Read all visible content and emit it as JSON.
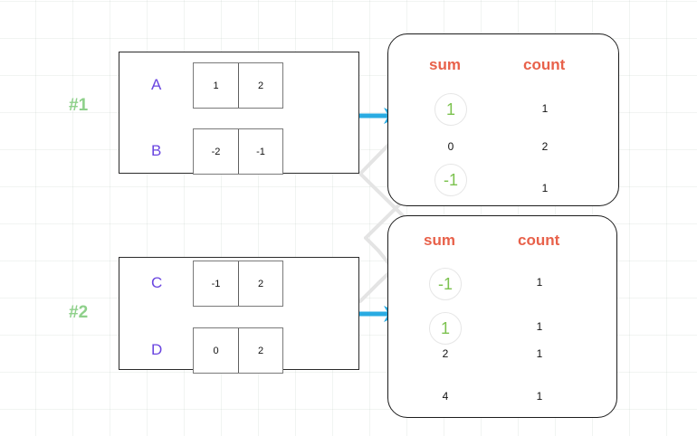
{
  "diagram": {
    "title": "partial aggregation shuffle diagram",
    "colors": {
      "group_tag": "#8ed08a",
      "row_label": "#6a45e0",
      "header": "#e8614a",
      "circle_value": "#7cc24f",
      "arrow": "#29abe2",
      "connector": "#e2e2e2",
      "grid": "#eef1ef",
      "box_border": "#2b2b2b",
      "cell_border": "#7a7a7a"
    },
    "groups": [
      {
        "tag": "#1",
        "rows": [
          {
            "label": "A",
            "cells": [
              "1",
              "2"
            ]
          },
          {
            "label": "B",
            "cells": [
              "-2",
              "-1"
            ]
          }
        ]
      },
      {
        "tag": "#2",
        "rows": [
          {
            "label": "C",
            "cells": [
              "-1",
              "2"
            ]
          },
          {
            "label": "D",
            "cells": [
              "0",
              "2"
            ]
          }
        ]
      }
    ],
    "panels": [
      {
        "headers": [
          "sum",
          "count"
        ],
        "rows": [
          {
            "sum": "1",
            "count": "1",
            "highlight": true
          },
          {
            "sum": "0",
            "count": "2",
            "highlight": false
          },
          {
            "sum": "-1",
            "count": "1",
            "highlight": true
          }
        ]
      },
      {
        "headers": [
          "sum",
          "count"
        ],
        "rows": [
          {
            "sum": "-1",
            "count": "1",
            "highlight": true
          },
          {
            "sum": "1",
            "count": "1",
            "highlight": true
          },
          {
            "sum": "2",
            "count": "1",
            "highlight": false
          },
          {
            "sum": "4",
            "count": "1",
            "highlight": false
          }
        ]
      }
    ],
    "arrows": [
      {
        "name": "arrow-group1-to-panel1"
      },
      {
        "name": "arrow-group2-to-panel2"
      }
    ]
  }
}
